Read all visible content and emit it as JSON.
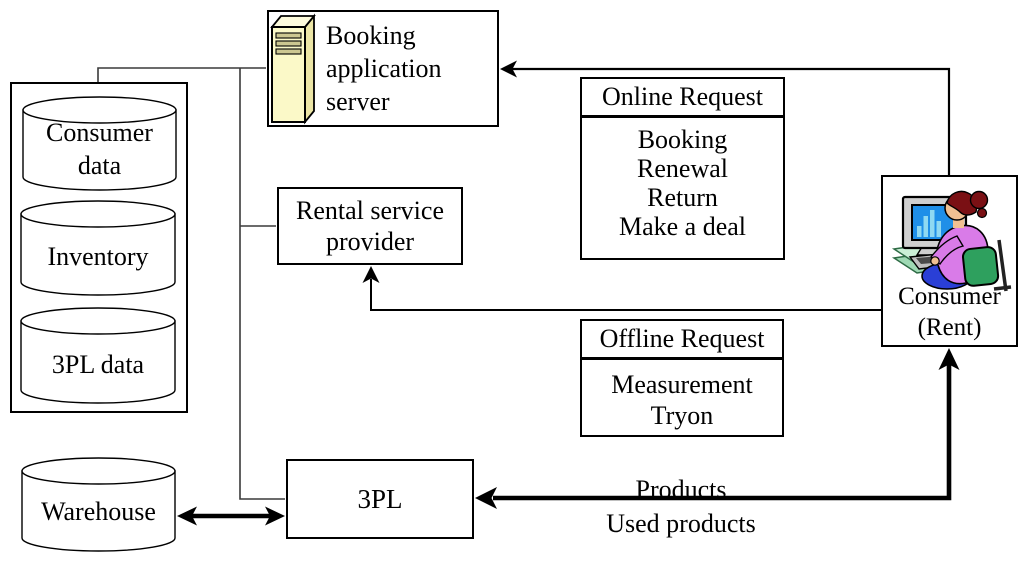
{
  "diagram_title": "Rental service booking system diagram",
  "colors": {
    "line": "#3a3a3a",
    "arrow": "#000000",
    "box_border": "#000000",
    "server_front": "#FBF9C8",
    "server_side": "#ECE6A6",
    "server_top": "#FDFBDC",
    "server_vent": "#CCC791",
    "monitor": "#CFCFCF",
    "screen": "#1F8FE8",
    "screen_bars": "#8FD9F2",
    "desk": "#CBEFD6",
    "desk_edge": "#9FD9B4",
    "keyboard": "#BFBFBF",
    "keys": "#4a4a4a",
    "chair": "#2EA05E",
    "skin": "#F0C092",
    "hair": "#7A1014",
    "shirt": "#D97BE8",
    "skirt": "#2A3FD6"
  },
  "nodes": {
    "database_group": {
      "cylinders": [
        {
          "label": "Consumer\ndata"
        },
        {
          "label": "Inventory"
        },
        {
          "label": "3PL data"
        }
      ]
    },
    "warehouse": {
      "label": "Warehouse"
    },
    "booking_server": {
      "label": "Booking\napplication\nserver",
      "icon": "server-tower-icon"
    },
    "rental_provider": {
      "label": "Rental service\nprovider"
    },
    "online_request": {
      "title": "Online Request",
      "items": [
        "Booking",
        "Renewal",
        "Return",
        "Make a deal"
      ]
    },
    "offline_request": {
      "title": "Offline Request",
      "items": [
        "Measurement",
        "Tryon"
      ]
    },
    "third_party_logistics": {
      "label": "3PL"
    },
    "consumer": {
      "label": "Consumer\n(Rent)",
      "icon": "person-at-computer-icon"
    }
  },
  "edges": {
    "products_label": "Products",
    "used_products_label": "Used products"
  }
}
